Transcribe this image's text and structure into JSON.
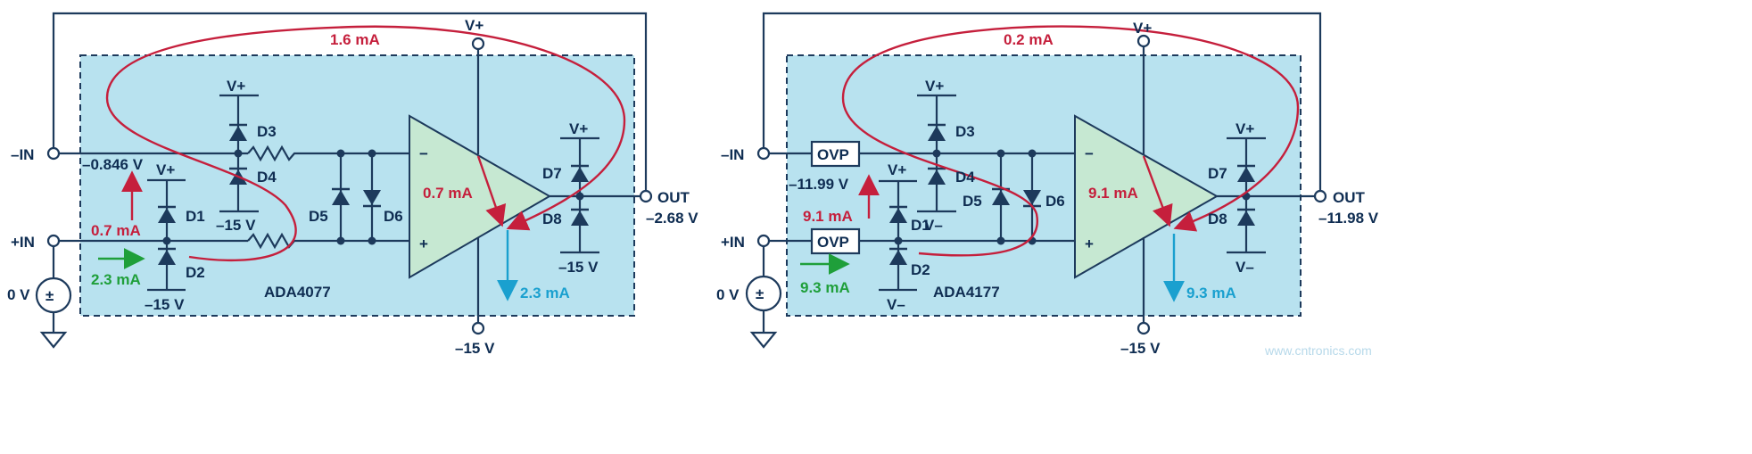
{
  "left": {
    "chip": "ADA4077",
    "v_plus": "V+",
    "v_minus_rail": "–15 V",
    "in_neg": "–IN",
    "in_pos": "+IN",
    "out": "OUT",
    "out_v": "–2.68 V",
    "in_neg_v": "–0.846 V",
    "src": "0 V",
    "i_loop": "1.6 mA",
    "i_amp": "0.7 mA",
    "i_in": "0.7 mA",
    "i_d2": "2.3 mA",
    "i_out": "2.3 mA",
    "d": [
      "D1",
      "D2",
      "D3",
      "D4",
      "D5",
      "D6",
      "D7",
      "D8"
    ],
    "d3_rail": "V+",
    "d4_rail": "–15 V",
    "d1_rail": "V+",
    "d2_rail": "–15 V",
    "d7_rail": "V+",
    "d8_rail": "–15 V"
  },
  "right": {
    "chip": "ADA4177",
    "v_plus": "V+",
    "v_minus_rail": "–15 V",
    "in_neg": "–IN",
    "in_pos": "+IN",
    "out": "OUT",
    "out_v": "–11.98 V",
    "in_neg_v": "–11.99 V",
    "src": "0 V",
    "ovp": "OVP",
    "i_loop": "0.2 mA",
    "i_amp": "9.1 mA",
    "i_in": "9.1 mA",
    "i_d2": "9.3 mA",
    "i_out": "9.3 mA",
    "d": [
      "D1",
      "D2",
      "D3",
      "D4",
      "D5",
      "D6",
      "D7",
      "D8"
    ],
    "d3_rail": "V+",
    "d4_rail": "V–",
    "d1_rail": "V+",
    "d2_rail": "V–",
    "d7_rail": "V+",
    "d8_rail": "V–"
  },
  "watermark": "www.cntronics.com",
  "colors": {
    "wire": "#1d3a5c",
    "box": "#b8e2ef",
    "amp": "#c6e8d2",
    "red": "#c51f3c",
    "green": "#1f9f3a",
    "blue": "#1aa0cf"
  }
}
